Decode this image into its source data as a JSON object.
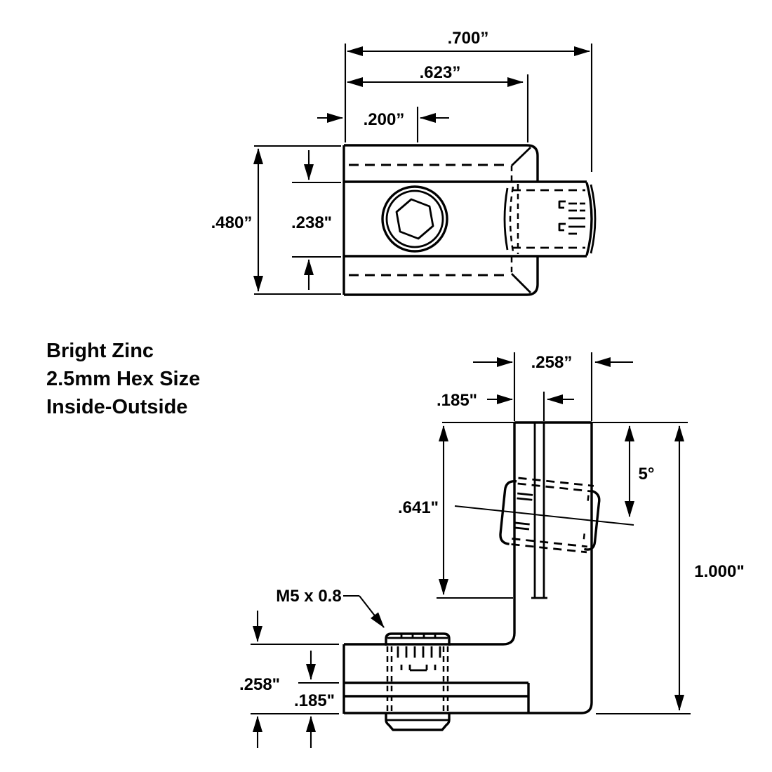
{
  "colors": {
    "ink": "#000000",
    "background": "#ffffff"
  },
  "notes": {
    "finish": "Bright Zinc",
    "hex": "2.5mm Hex Size",
    "type": "Inside-Outside"
  },
  "top_view": {
    "overall_width": ".700”",
    "stud_to_edge": ".623”",
    "hex_offset": ".200”",
    "overall_height": ".480”",
    "body_height": ".238\""
  },
  "side_view": {
    "upright_width": ".258”",
    "upright_step": ".185\"",
    "upright_length": ".641\"",
    "screw_angle": "5°",
    "overall_height": "1.000\"",
    "thread_callout": "M5 x 0.8",
    "base_height": ".258\"",
    "base_step": ".185\""
  }
}
